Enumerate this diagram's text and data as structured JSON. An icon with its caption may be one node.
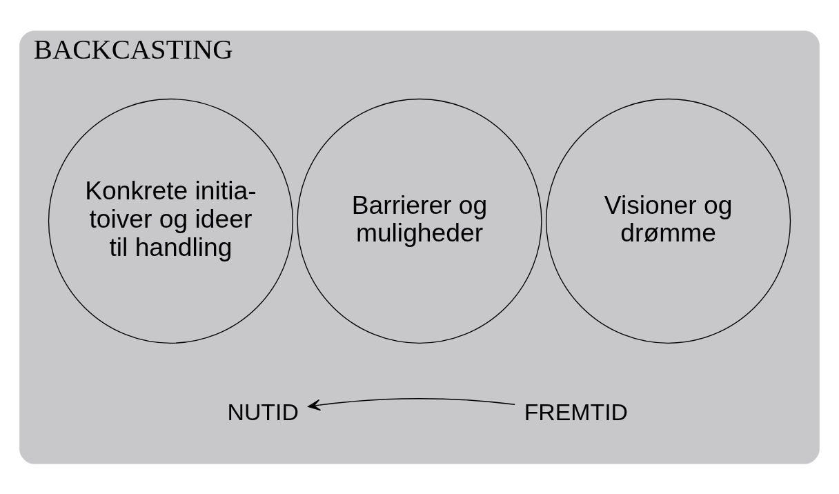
{
  "diagram": {
    "nodes": [
      {
        "text": [
          "BACKCASTING"
        ]
      },
      {
        "text": [
          "Konkrete initia- toiver og ideer til handling"
        ],
        "in": 0
      },
      {
        "text": [
          "Barrierer og muligheder"
        ],
        "in": 0
      },
      {
        "text": [
          "Visioner og drømme"
        ],
        "in": 0
      },
      {
        "text": [
          "NUTID"
        ],
        "in": 0
      },
      {
        "text": [
          "FREMTID"
        ],
        "in": 0
      }
    ],
    "edges": [
      {
        "from": 5,
        "to": 4,
        "arrow": "to"
      }
    ]
  }
}
